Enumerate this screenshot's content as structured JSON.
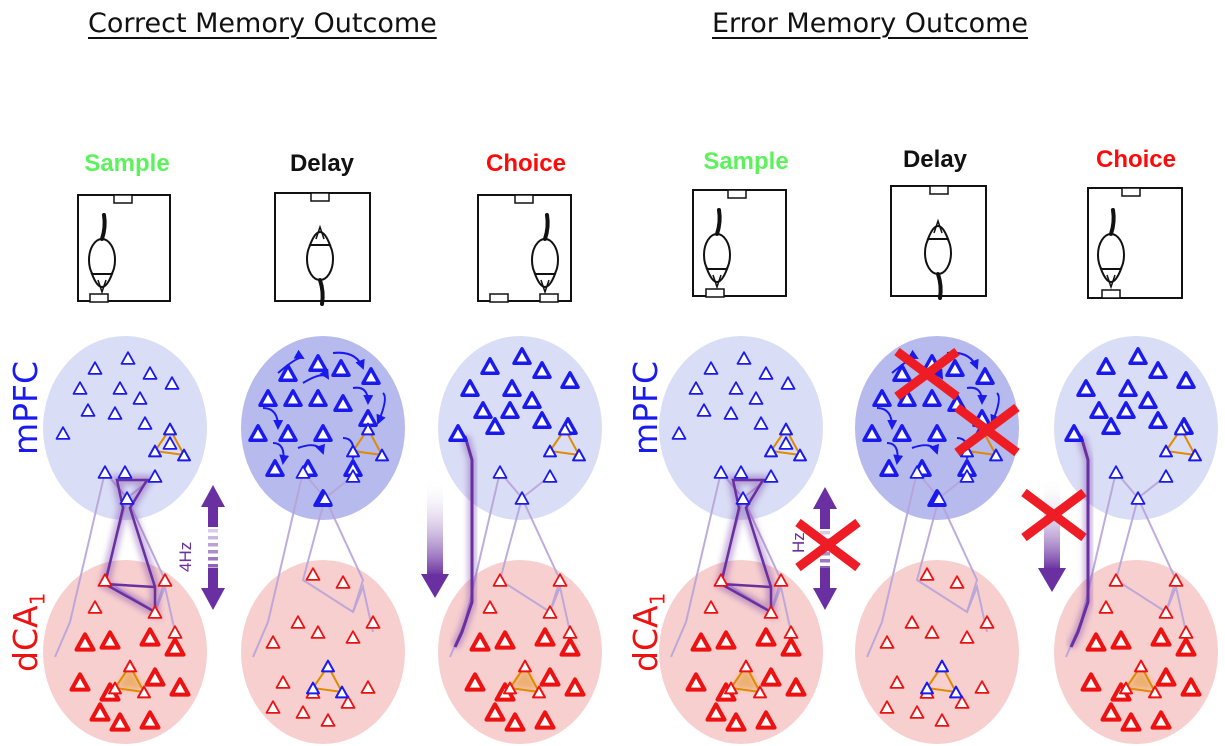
{
  "headings": {
    "correct": "Correct Memory Outcome",
    "error": "Error Memory Outcome"
  },
  "phases": [
    {
      "label": "Sample",
      "color": "#5cf25c"
    },
    {
      "label": "Delay",
      "color": "#111111"
    },
    {
      "label": "Choice",
      "color": "#ff0a0a"
    },
    {
      "label": "Sample",
      "color": "#5cf25c"
    },
    {
      "label": "Delay",
      "color": "#111111"
    },
    {
      "label": "Choice",
      "color": "#ff0a0a"
    }
  ],
  "regions": {
    "mpfc": "mPFC",
    "dca1": "dCA",
    "dca1_sub": "1",
    "mpfc_color": "#1a1aee",
    "dca1_color": "#ee1111"
  },
  "oscillation_label": "4Hz",
  "oscillation_label_partial": "Hz",
  "colors": {
    "accent_purple": "#6a2fa0",
    "error_cross": "#ee1c25",
    "assembly_orange": "#e08a00"
  }
}
